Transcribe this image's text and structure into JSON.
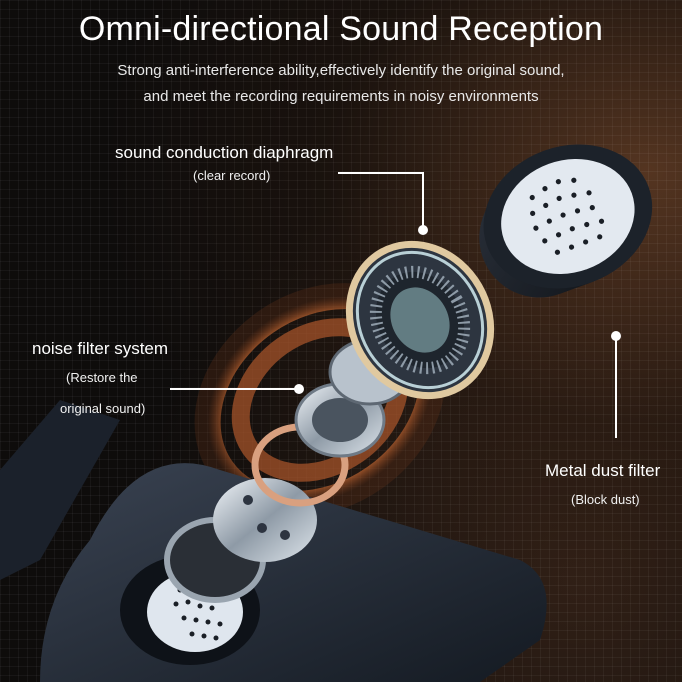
{
  "header": {
    "title": "Omni-directional Sound Reception",
    "subtitle_line1": "Strong anti-interference ability,effectively identify the original sound,",
    "subtitle_line2": "and meet the recording requirements in noisy environments"
  },
  "callouts": {
    "diaphragm": {
      "label": "sound conduction diaphragm",
      "note": "(clear record)"
    },
    "noise_filter": {
      "label": "noise filter system",
      "note_line1": "(Restore the",
      "note_line2": "original sound)"
    },
    "dust_filter": {
      "label": "Metal dust filter",
      "note": "(Block dust)"
    }
  },
  "colors": {
    "background": "#0e0c0b",
    "wave_orange": "#b8612f",
    "metal": "#c9d3dc",
    "copper": "#d9a07f",
    "body_dark": "#1e2530"
  }
}
